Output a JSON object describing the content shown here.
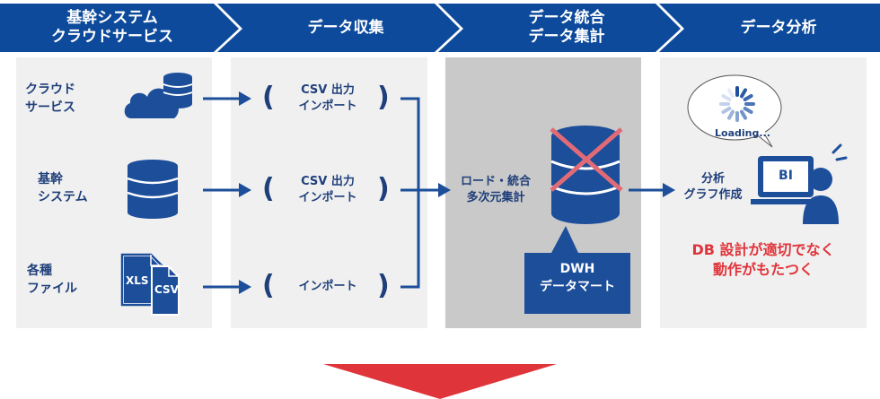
{
  "header": {
    "steps": [
      {
        "label": "基幹システム\nクラウドサービス"
      },
      {
        "label": "データ収集"
      },
      {
        "label": "データ統合\nデータ集計"
      },
      {
        "label": "データ分析"
      }
    ]
  },
  "sources": [
    {
      "label": "クラウド\nサービス",
      "icon": "cloud-database-icon"
    },
    {
      "label": "基幹\nシステム",
      "icon": "database-icon"
    },
    {
      "label": "各種\nファイル",
      "icon": "files-icon",
      "file_labels": [
        "XLS",
        "CSV"
      ]
    }
  ],
  "collection": [
    {
      "label": "CSV 出力\nインポート"
    },
    {
      "label": "CSV 出力\nインポート"
    },
    {
      "label": "インポート"
    }
  ],
  "integration": {
    "label": "ロード・統合\n多次元集計",
    "callout": "DWH\nデータマート"
  },
  "analysis": {
    "label": "分析\nグラフ作成",
    "loading": "Loading...",
    "bi_label": "BI",
    "problem": "DB 設計が適切でなく\n動作がもたつく"
  },
  "colors": {
    "header": "#0d4a9b",
    "text": "#1f3f7a",
    "panel": "#f0f0f0",
    "panel_dark": "#c9c9c9",
    "alert": "#e0343b",
    "cross": "#e06b77"
  }
}
